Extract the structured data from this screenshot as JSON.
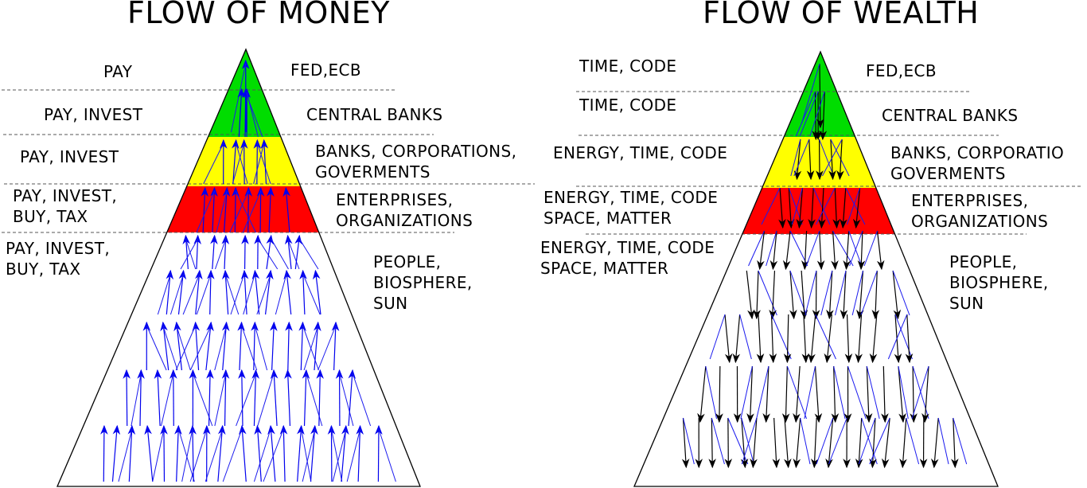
{
  "left": {
    "title": "FLOW OF MONEY",
    "flows": [
      {
        "lines": [
          "PAY"
        ]
      },
      {
        "lines": [
          "PAY, INVEST"
        ]
      },
      {
        "lines": [
          "PAY, INVEST"
        ]
      },
      {
        "lines": [
          "PAY, INVEST,",
          "BUY, TAX"
        ]
      },
      {
        "lines": [
          "PAY, INVEST,",
          "BUY, TAX"
        ]
      }
    ],
    "levels": [
      {
        "lines": [
          "FED,ECB"
        ]
      },
      {
        "lines": [
          "CENTRAL BANKS"
        ]
      },
      {
        "lines": [
          "BANKS, CORPORATIONS,",
          "GOVERMENTS"
        ]
      },
      {
        "lines": [
          "ENTERPRISES,",
          "ORGANIZATIONS"
        ]
      },
      {
        "lines": [
          "PEOPLE,",
          "BIOSPHERE,",
          "SUN"
        ]
      }
    ],
    "arrow_direction": "up",
    "arrow_color": "#0000ee"
  },
  "right": {
    "title": "FLOW OF WEALTH",
    "flows": [
      {
        "lines": [
          "TIME, CODE"
        ]
      },
      {
        "lines": [
          "TIME, CODE"
        ]
      },
      {
        "lines": [
          "ENERGY, TIME, CODE"
        ]
      },
      {
        "lines": [
          "ENERGY, TIME, CODE",
          "SPACE, MATTER"
        ]
      },
      {
        "lines": [
          "ENERGY, TIME, CODE",
          "SPACE, MATTER"
        ]
      }
    ],
    "levels": [
      {
        "lines": [
          "FED,ECB"
        ]
      },
      {
        "lines": [
          "CENTRAL BANKS"
        ]
      },
      {
        "lines": [
          "BANKS, CORPORATIO",
          "GOVERMENTS"
        ]
      },
      {
        "lines": [
          "ENTERPRISES,",
          "ORGANIZATIONS"
        ]
      },
      {
        "lines": [
          "PEOPLE,",
          "BIOSPHERE,",
          "SUN"
        ]
      }
    ],
    "arrow_direction": "down",
    "arrow_color": "#000000"
  },
  "colors": {
    "top_band": "#00dd00",
    "second_band": "#ffff00",
    "third_band": "#ff0000",
    "outline": "#000000",
    "connector": "#1a1aee",
    "divider": "#555555"
  }
}
